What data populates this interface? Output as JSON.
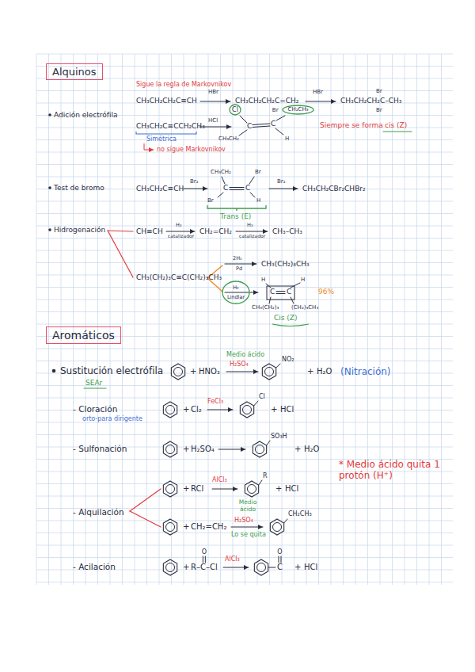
{
  "diagram": {
    "nodes": [
      {
        "text": [
          "Alquinos"
        ]
      },
      {
        "text": [
          "Cl"
        ]
      },
      {
        "text": [
          "CH₂CH₃"
        ]
      },
      {
        "text": [
          "H₂",
          "Lindlar"
        ]
      },
      {
        "text": [
          "Aromáticos"
        ]
      }
    ],
    "labels": [
      "Sigue la regla de Markovnikov",
      "Adición electrófila",
      "CH₃CH₂CH₂C≡CH",
      "HBr",
      "CH₃CH₂CH₂C=CH₂",
      "Br",
      "HBr",
      "CH₃CH₂CH₂C–CH₃",
      "Br",
      "Br",
      "CH₃CH₂C≡CCH₂CH₃",
      "HCl",
      "C",
      "C",
      "CH₃CH₂",
      "H",
      "Siempre se forma",
      "cis (Z)",
      "Simétrica",
      "no sigue Markovnikov",
      "Test de bromo",
      "CH₃CH₂C≡CH",
      "Br₂",
      "CH₃CH₂",
      "C",
      "C",
      "Br",
      "Br",
      "H",
      "Br₂",
      "CH₃CH₂CBr₂CHBr₂",
      "Trans (E)",
      "Hidrogenación",
      "CH≡CH",
      "H₂",
      "catalizador",
      "CH₂=CH₂",
      "H₂",
      "catalizador",
      "CH₃–CH₃",
      "CH₃(CH₂)₃C≡C(CH₂)₃CH₃",
      "2H₂",
      "Pd",
      "CH₃(CH₂)₈CH₃",
      "H",
      "C",
      "C",
      "H",
      "CH₃(CH₂)₃",
      "(CH₂)₃CH₃",
      "96%",
      "Cis (Z)",
      "Sustitución electrófila",
      "SEAr",
      "+",
      "HNO₃",
      "Medio ácido",
      "H₂SO₄",
      "NO₂",
      "+",
      "H₂O",
      "(Nitración)",
      "- Cloración",
      "orto-para dirigente",
      "+",
      "Cl₂",
      "FeCl₃",
      "Cl",
      "+",
      "HCl",
      "- Sulfonación",
      "+",
      "H₂SO₄",
      "SO₃H",
      "+",
      "H₂O",
      "* Medio ácido quita 1 protón (H⁺)",
      "- Alquilación",
      "+",
      "RCl",
      "AlCl₃",
      "R",
      "+",
      "HCl",
      "+",
      "CH₂=CH₂",
      "Medio ácido",
      "H₂SO₄",
      "Lo se quita",
      "CH₂CH₃",
      "- Acilación",
      "+",
      "R–C–Cl",
      "O",
      "AlCl₃",
      "C",
      "O",
      "+",
      "HCl"
    ]
  }
}
